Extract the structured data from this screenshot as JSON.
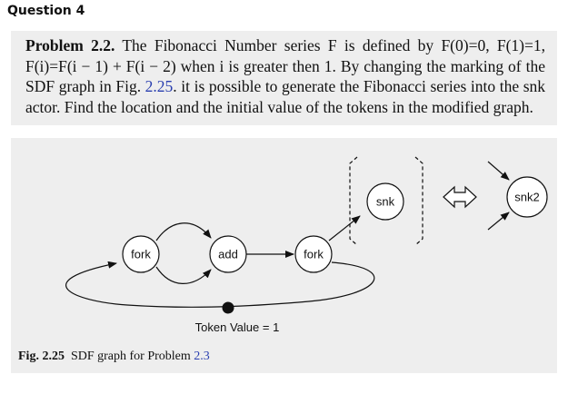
{
  "question_title": "Question 4",
  "problem": {
    "label": "Problem 2.2.",
    "text_a": " The Fibonacci Number series F is defined by F(0)=0, F(1)=1, F(i)=F(i − 1) + F(i − 2) when i is greater then 1. By changing the marking of the SDF graph in Fig. ",
    "fig_ref": "2.25",
    "text_b": ". it is possible to generate the Fibonacci series into the snk actor. Find the location and the initial value of the tokens in the modified graph."
  },
  "diagram": {
    "nodes": {
      "fork1": "fork",
      "add": "add",
      "fork2": "fork",
      "snk": "snk",
      "snk2": "snk2"
    },
    "token_label": "Token Value = 1"
  },
  "caption": {
    "label": "Fig. 2.25",
    "text": "  SDF graph for Problem ",
    "ref": "2.3"
  }
}
